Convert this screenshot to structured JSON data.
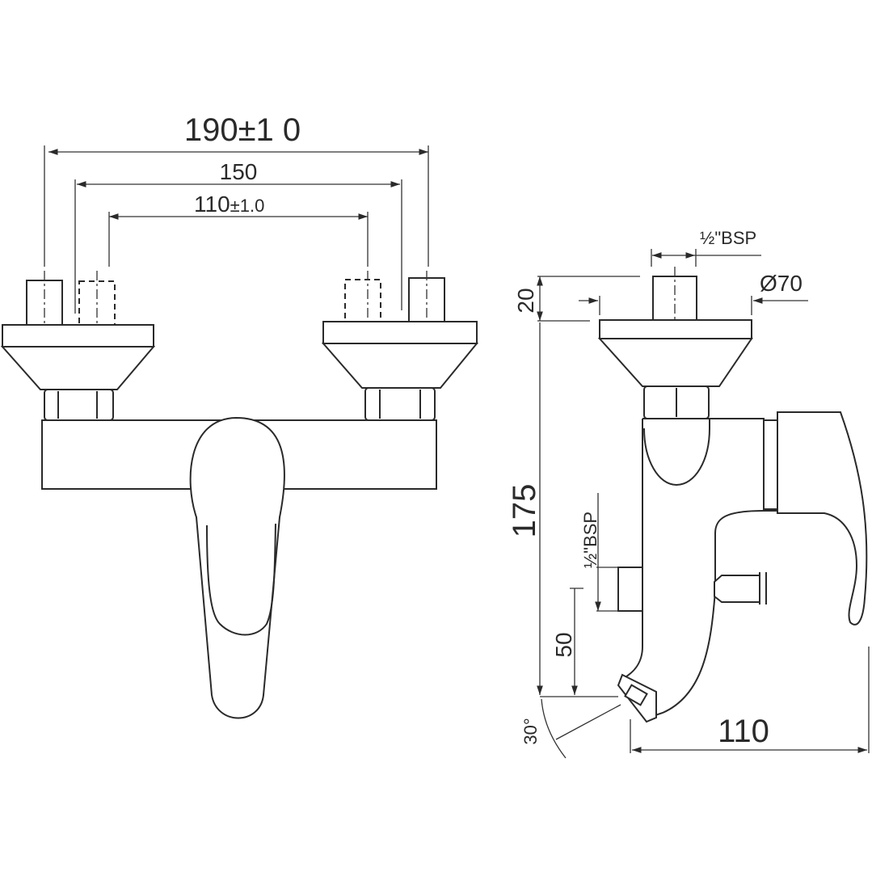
{
  "front_view": {
    "dim_overall": "190±1 0",
    "dim_middle": "150",
    "dim_inner_value": "110",
    "dim_inner_tolerance": "±1.0"
  },
  "side_view": {
    "dim_top_thread": "½\"BSP",
    "dim_flange_diameter": "Ø70",
    "dim_flange_height": "20",
    "dim_total_height": "175",
    "dim_side_thread": "½\"BSP",
    "dim_outlet_height": "50",
    "dim_projection": "110",
    "dim_spout_angle": "30°"
  },
  "colors": {
    "line": "#2a2a2a",
    "background": "#ffffff"
  }
}
